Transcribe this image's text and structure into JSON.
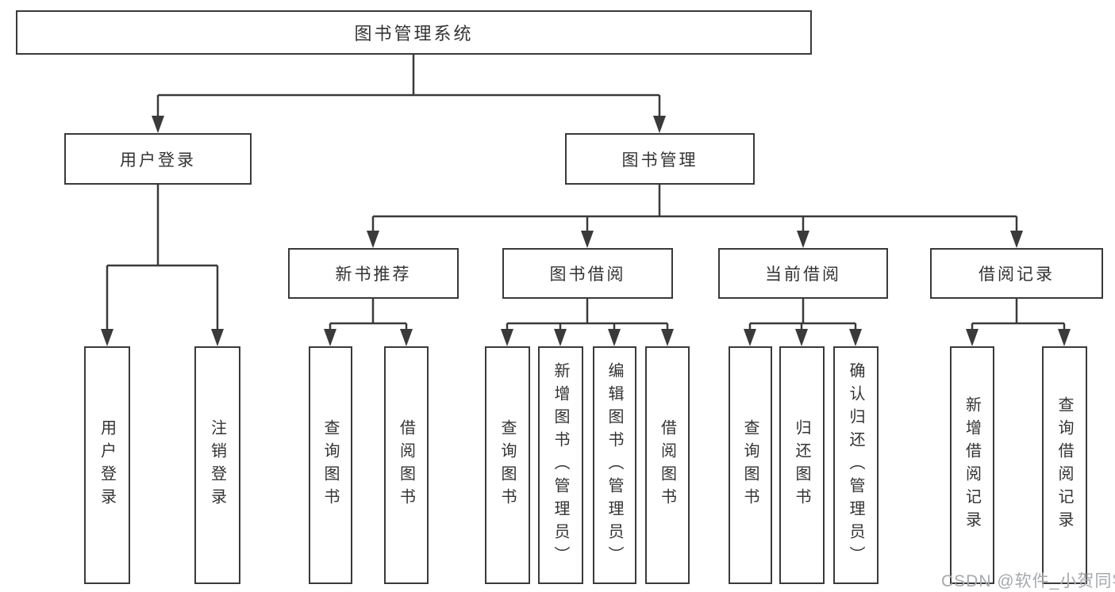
{
  "tree": {
    "root": {
      "label": "图书管理系统"
    },
    "branches": [
      {
        "label": "用户登录",
        "leaves": [
          {
            "label": "用户登录"
          },
          {
            "label": "注销登录"
          }
        ]
      },
      {
        "label": "图书管理",
        "groups": [
          {
            "label": "新书推荐",
            "leaves": [
              {
                "label": "查询图书"
              },
              {
                "label": "借阅图书"
              }
            ]
          },
          {
            "label": "图书借阅",
            "leaves": [
              {
                "label": "查询图书"
              },
              {
                "label": "新增图书（管理员）"
              },
              {
                "label": "编辑图书（管理员）"
              },
              {
                "label": "借阅图书"
              }
            ]
          },
          {
            "label": "当前借阅",
            "leaves": [
              {
                "label": "查询图书"
              },
              {
                "label": "归还图书"
              },
              {
                "label": "确认归还（管理员）"
              }
            ]
          },
          {
            "label": "借阅记录",
            "leaves": [
              {
                "label": "新增借阅记录"
              },
              {
                "label": "查询借阅记录"
              }
            ]
          }
        ]
      }
    ]
  },
  "watermark": {
    "text": "CSDN @软件_小贺同学"
  },
  "colors": {
    "line": "#3a3a3a",
    "text": "#333333",
    "watermark": "#a6a9ad",
    "background": "#ffffff"
  }
}
